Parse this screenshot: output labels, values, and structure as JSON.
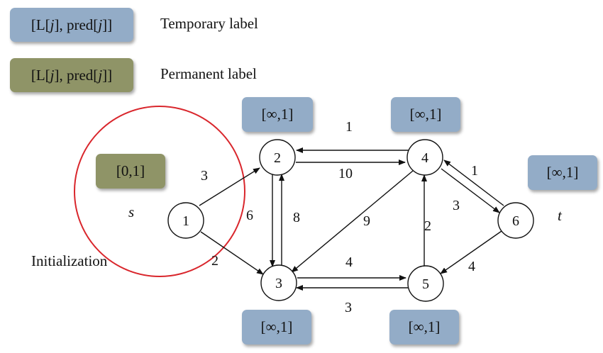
{
  "legend": {
    "temporary_box": "[L[j], pred[j]]",
    "temporary_text": "Temporary label",
    "permanent_box": "[L[j], pred[j]]",
    "permanent_text": "Permanent label"
  },
  "source_label": "s",
  "sink_label": "t",
  "initialization_text": "Initialization",
  "labels": {
    "n1": "[0,1]",
    "n2": "[∞,1]",
    "n3": "[∞,1]",
    "n4": "[∞,1]",
    "n5": "[∞,1]",
    "n6": "[∞,1]"
  },
  "nodes": [
    "1",
    "2",
    "3",
    "4",
    "5",
    "6"
  ],
  "edges": [
    {
      "from": "1",
      "to": "2",
      "weight": "3"
    },
    {
      "from": "1",
      "to": "3",
      "weight": "2"
    },
    {
      "from": "2",
      "to": "3",
      "weight": "6"
    },
    {
      "from": "3",
      "to": "2",
      "weight": "8"
    },
    {
      "from": "2",
      "to": "4",
      "weight": "10"
    },
    {
      "from": "4",
      "to": "2",
      "weight": "1"
    },
    {
      "from": "4",
      "to": "3",
      "weight": "9"
    },
    {
      "from": "3",
      "to": "5",
      "weight": "4"
    },
    {
      "from": "5",
      "to": "3",
      "weight": "3"
    },
    {
      "from": "5",
      "to": "4",
      "weight": "2"
    },
    {
      "from": "4",
      "to": "6",
      "weight": "3"
    },
    {
      "from": "6",
      "to": "4",
      "weight": "1"
    },
    {
      "from": "6",
      "to": "5",
      "weight": "4"
    }
  ],
  "colors": {
    "temporary": "#93acc7",
    "permanent": "#8f9467",
    "highlight_circle": "#d9262c"
  }
}
